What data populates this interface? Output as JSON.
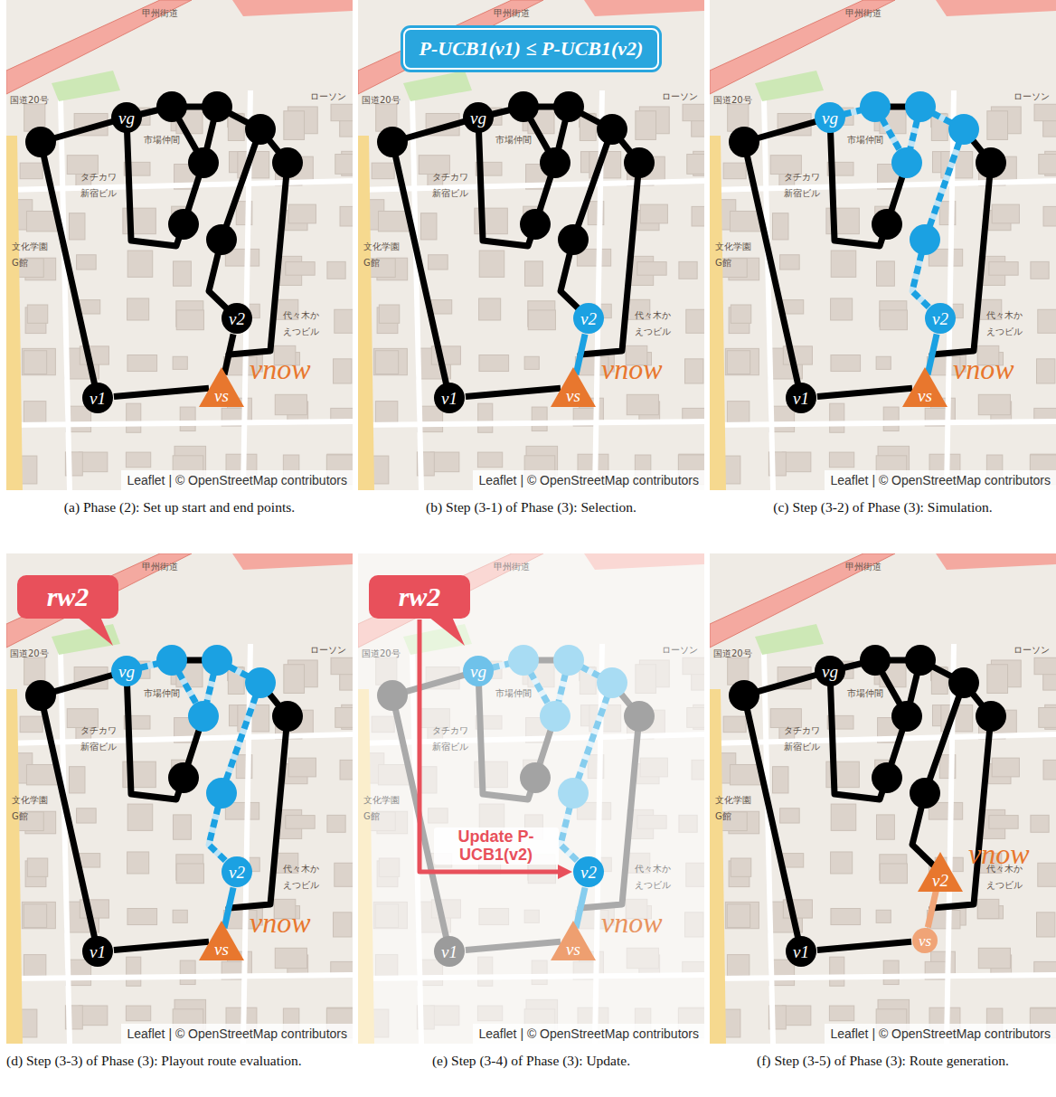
{
  "diagram": {
    "nodes": [
      {
        "text": [
          "(a) Phase (2): Set up start and end points.",
          "Leaflet | © OpenStreetMap contributors"
        ]
      },
      {
        "text": [
          "vg"
        ],
        "in": 0
      },
      {
        "text": [
          "v2"
        ],
        "in": 0
      },
      {
        "text": [
          "v1"
        ],
        "in": 0
      },
      {
        "text": [
          "vs",
          "vnow"
        ],
        "in": 0
      },
      {
        "text": [
          "(b) Step (3-1) of Phase (3): Selection.",
          "Leaflet | © OpenStreetMap contributors"
        ]
      },
      {
        "text": [
          "P-UCB1(v1) ≤ P-UCB1(v2)"
        ],
        "in": 5
      },
      {
        "text": [
          "vg"
        ],
        "in": 5
      },
      {
        "text": [
          "v2"
        ],
        "in": 5
      },
      {
        "text": [
          "v1"
        ],
        "in": 5
      },
      {
        "text": [
          "vs",
          "vnow"
        ],
        "in": 5
      },
      {
        "text": [
          "(c) Step (3-2) of Phase (3): Simulation.",
          "Leaflet | © OpenStreetMap contributors"
        ]
      },
      {
        "text": [
          "vg"
        ],
        "in": 11
      },
      {
        "text": [
          "v2"
        ],
        "in": 11
      },
      {
        "text": [
          "v1"
        ],
        "in": 11
      },
      {
        "text": [
          "vs",
          "vnow"
        ],
        "in": 11
      },
      {
        "text": [
          "(d) Step (3-3) of Phase (3): Playout route evaluation.",
          "Leaflet | © OpenStreetMap contributors"
        ]
      },
      {
        "text": [
          "rw2"
        ],
        "in": 16
      },
      {
        "text": [
          "vg"
        ],
        "in": 16
      },
      {
        "text": [
          "v2"
        ],
        "in": 16
      },
      {
        "text": [
          "v1"
        ],
        "in": 16
      },
      {
        "text": [
          "vs",
          "vnow"
        ],
        "in": 16
      },
      {
        "text": [
          "(e) Step (3-4) of Phase (3): Update.",
          "Leaflet | © OpenStreetMap contributors"
        ]
      },
      {
        "text": [
          "rw2"
        ],
        "in": 22
      },
      {
        "text": [
          "vg"
        ],
        "in": 22
      },
      {
        "text": [
          "v2"
        ],
        "in": 22
      },
      {
        "text": [
          "v1"
        ],
        "in": 22
      },
      {
        "text": [
          "vs",
          "vnow"
        ],
        "in": 22
      },
      {
        "text": [
          "(f) Step (3-5) of Phase (3): Route generation.",
          "Leaflet | © OpenStreetMap contributors"
        ]
      },
      {
        "text": [
          "vg"
        ],
        "in": 28
      },
      {
        "text": [
          "v2",
          "vnow"
        ],
        "in": 28
      },
      {
        "text": [
          "v1"
        ],
        "in": 28
      },
      {
        "text": [
          "vs"
        ],
        "in": 28
      }
    ],
    "edges": [
      {
        "from": 3,
        "to": 4,
        "arrow": "none"
      },
      {
        "from": 4,
        "to": 2,
        "arrow": "none"
      },
      {
        "from": 9,
        "to": 10,
        "arrow": "none"
      },
      {
        "from": 10,
        "to": 8,
        "arrow": "none"
      },
      {
        "from": 14,
        "to": 15,
        "arrow": "none"
      },
      {
        "from": 15,
        "to": 13,
        "arrow": "none"
      },
      {
        "from": 20,
        "to": 21,
        "arrow": "none"
      },
      {
        "from": 21,
        "to": 19,
        "arrow": "none"
      },
      {
        "from": 26,
        "to": 27,
        "arrow": "none"
      },
      {
        "from": 27,
        "to": 25,
        "arrow": "none"
      },
      {
        "from": 23,
        "to": 25,
        "arrow": "to",
        "label": "Update P-UCB1(v2)"
      },
      {
        "from": 31,
        "to": 32,
        "arrow": "none"
      },
      {
        "from": 32,
        "to": 30,
        "arrow": "none"
      }
    ],
    "labels": [
      "甲州街道",
      "国道20号",
      "タチカワ新宿ビル",
      "文化学園G館",
      "代々木かえつビル",
      "ローソン",
      "市場仲間",
      "甲州街道",
      "国道20号",
      "タチカワ新宿ビル",
      "文化学園G館",
      "代々木かえつビル",
      "ローソン",
      "市場仲間",
      "甲州街道",
      "国道20号",
      "タチカワ新宿ビル",
      "文化学園G館",
      "代々木かえつビル",
      "ローソン",
      "市場仲間",
      "甲州街道",
      "国道20号",
      "タチカワ新宿ビル",
      "文化学園G館",
      "代々木かえつビル",
      "ローソン",
      "市場仲間",
      "甲州街道",
      "国道20号",
      "タチカワ新宿ビル",
      "文化学園G館",
      "代々木かえつビル",
      "ローソン",
      "市場仲間",
      "甲州街道",
      "国道20号",
      "タチカワ新宿ビル",
      "文化学園G館",
      "代々木かえつビル",
      "ローソン",
      "市場仲間"
    ]
  }
}
